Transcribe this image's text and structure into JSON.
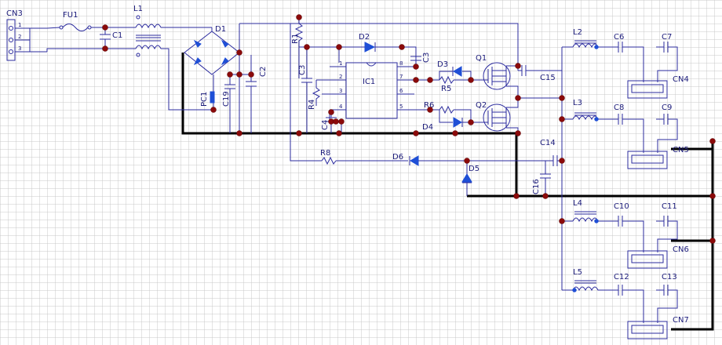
{
  "labels": {
    "CN3": "CN3",
    "FU1": "FU1",
    "C1": "C1",
    "L1": "L1",
    "D1": "D1",
    "R1": "R1",
    "D2": "D2",
    "C3a": "C3",
    "C3b": "C3",
    "C2": "C2",
    "PC1": "PC1",
    "C19": "C19",
    "IC1": "IC1",
    "R4": "R4",
    "C4": "C4",
    "D3": "D3",
    "R5": "R5",
    "R6": "R6",
    "D4": "D4",
    "Q1": "Q1",
    "Q2": "Q2",
    "C15": "C15",
    "C14": "C14",
    "C16": "C16",
    "R8": "R8",
    "D6": "D6",
    "D5": "D5",
    "L2": "L2",
    "C6": "C6",
    "C7": "C7",
    "CN4": "CN4",
    "L3": "L3",
    "C8": "C8",
    "C9": "C9",
    "CN5": "CN5",
    "L4": "L4",
    "C10": "C10",
    "C11": "C11",
    "CN6": "CN6",
    "L5": "L5",
    "C12": "C12",
    "C13": "C13",
    "CN7": "CN7"
  },
  "pins": {
    "ic": [
      "1",
      "2",
      "3",
      "4",
      "8",
      "7",
      "6",
      "5"
    ],
    "cn3": [
      "1",
      "2",
      "3"
    ]
  },
  "colors": {
    "grid": "#c8c8c8",
    "wire": "#2b2b9e",
    "bus": "#000000",
    "node": "#8b0a0a",
    "diode": "#1f4fd6"
  }
}
